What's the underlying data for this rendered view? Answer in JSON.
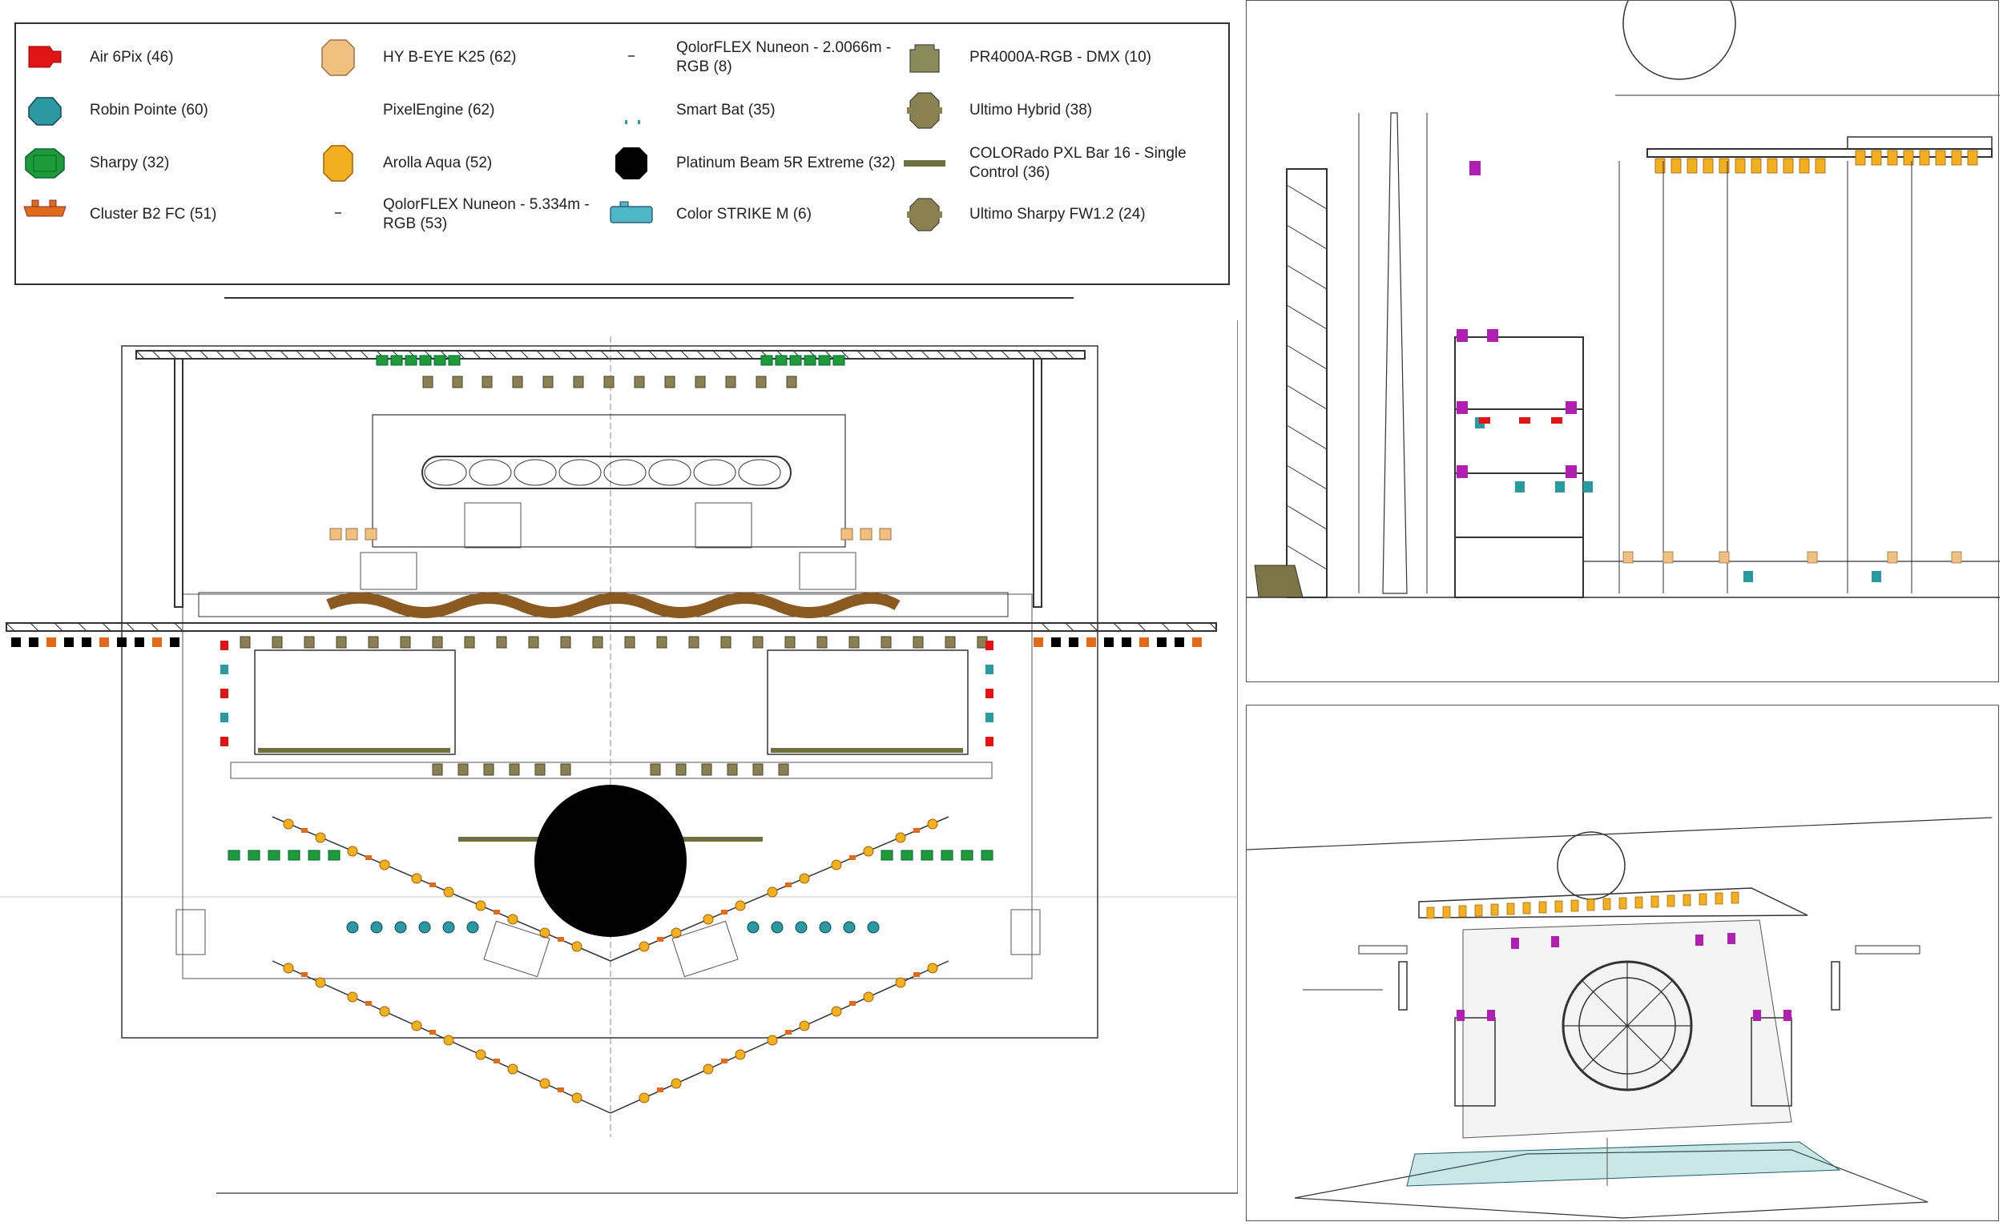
{
  "legend": {
    "items": [
      {
        "label": "Air 6Pix (46)",
        "symbol": "air-6pix",
        "color": "#e01414"
      },
      {
        "label": "Robin Pointe (60)",
        "symbol": "robin-pointe",
        "color": "#2a9aa0"
      },
      {
        "label": "Sharpy (32)",
        "symbol": "sharpy",
        "color": "#1e9a3a"
      },
      {
        "label": "Cluster B2 FC (51)",
        "symbol": "cluster-b2-fc",
        "color": "#e06a1a"
      },
      {
        "label": "HY B-EYE K25 (62)",
        "symbol": "hy-b-eye-k25",
        "color": "#f0c080"
      },
      {
        "label": "PixelEngine (62)",
        "symbol": "pixelengine",
        "color": "#ffffff"
      },
      {
        "label": "Arolla Aqua (52)",
        "symbol": "arolla-aqua",
        "color": "#f2b020"
      },
      {
        "label": "QolorFLEX Nuneon - 5.334m - RGB (53)",
        "symbol": "qolorflex-5334",
        "color": "#666666"
      },
      {
        "label": "QolorFLEX Nuneon - 2.0066m - RGB (8)",
        "symbol": "qolorflex-20066",
        "color": "#666666"
      },
      {
        "label": "Smart Bat (35)",
        "symbol": "smart-bat",
        "color": "#2a9aa0"
      },
      {
        "label": "Platinum Beam 5R Extreme (32)",
        "symbol": "platinum-beam",
        "color": "#000000"
      },
      {
        "label": "Color STRIKE M (6)",
        "symbol": "color-strike-m",
        "color": "#4fb8c8"
      },
      {
        "label": "PR4000A-RGB - DMX (10)",
        "symbol": "pr4000a",
        "color": "#8a8a5a"
      },
      {
        "label": "Ultimo Hybrid (38)",
        "symbol": "ultimo-hybrid",
        "color": "#8a8050"
      },
      {
        "label": "COLORado PXL Bar 16 - Single Control (36)",
        "symbol": "colorado-pxl",
        "color": "#6f6f40"
      },
      {
        "label": "Ultimo Sharpy FW1.2 (24)",
        "symbol": "ultimo-sharpy",
        "color": "#8a8050"
      }
    ]
  },
  "colors": {
    "truss": "#333333",
    "olive": "#7d7545",
    "yellow": "#f2b020",
    "orange": "#e06a1a",
    "teal": "#2a9aa0",
    "green": "#1e9a3a",
    "magenta": "#b020b0",
    "red": "#e01414",
    "black": "#000000",
    "brown": "#8b5a20"
  }
}
